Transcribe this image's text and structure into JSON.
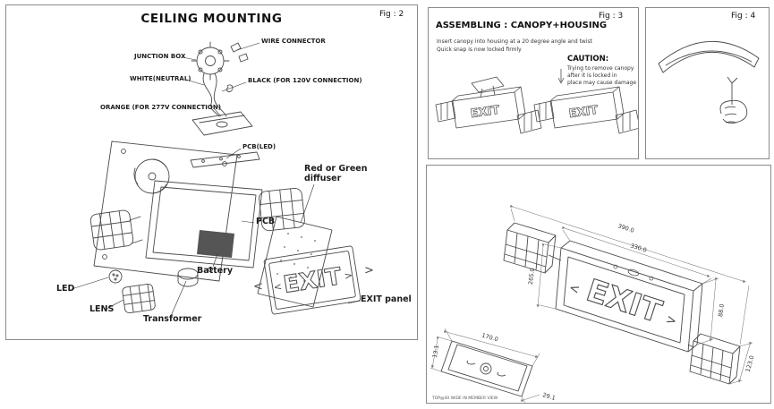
{
  "fig2": {
    "fig_label": "Fig : 2",
    "title": "CEILING MOUNTING",
    "exit_text": "EXIT",
    "chevron_left": "<",
    "chevron_right": ">",
    "labels": {
      "wire_connector": "WIRE CONNECTOR",
      "junction_box": "JUNCTION BOX",
      "white_neutral": "WHITE(NEUTRAL)",
      "black_120v": "BLACK (FOR 120V CONNECTION)",
      "orange_277v": "ORANGE (FOR 277V CONNECTION)",
      "pcb_led": "PCB(LED)",
      "diffuser_line1": "Red or Green",
      "diffuser_line2": "diffuser",
      "pcb": "PCB",
      "battery": "Battery",
      "led": "LED",
      "lens": "LENS",
      "transformer": "Transformer",
      "exit_panel": "EXIT panel"
    }
  },
  "fig3": {
    "fig_label": "Fig : 3",
    "title": "ASSEMBLING : CANOPY+HOUSING",
    "instructions": [
      "Insert canopy into housing at a 20 degree angle and twist",
      "Quick snap is now locked firmly"
    ],
    "caution_title": "CAUTION:",
    "caution_lines": [
      "Trying to remove canopy",
      "after it is locked in",
      "place may cause damage"
    ],
    "exit_text": "EXIT"
  },
  "fig4": {
    "fig_label": "Fig : 4"
  },
  "fig5": {
    "exit_text": "EXIT",
    "chevron_left": "<",
    "chevron_right": ">",
    "note": "TOP@40 WIDE IN MEMBER VIEW",
    "dims": {
      "overall_width": "390.0",
      "panel_width": "330.0",
      "height": "265.0",
      "side_height": "88.0",
      "lamp_depth": "123.0",
      "canopy_width": "170.0",
      "canopy_thickness": "13.1",
      "canopy_depth": "29.1"
    }
  }
}
